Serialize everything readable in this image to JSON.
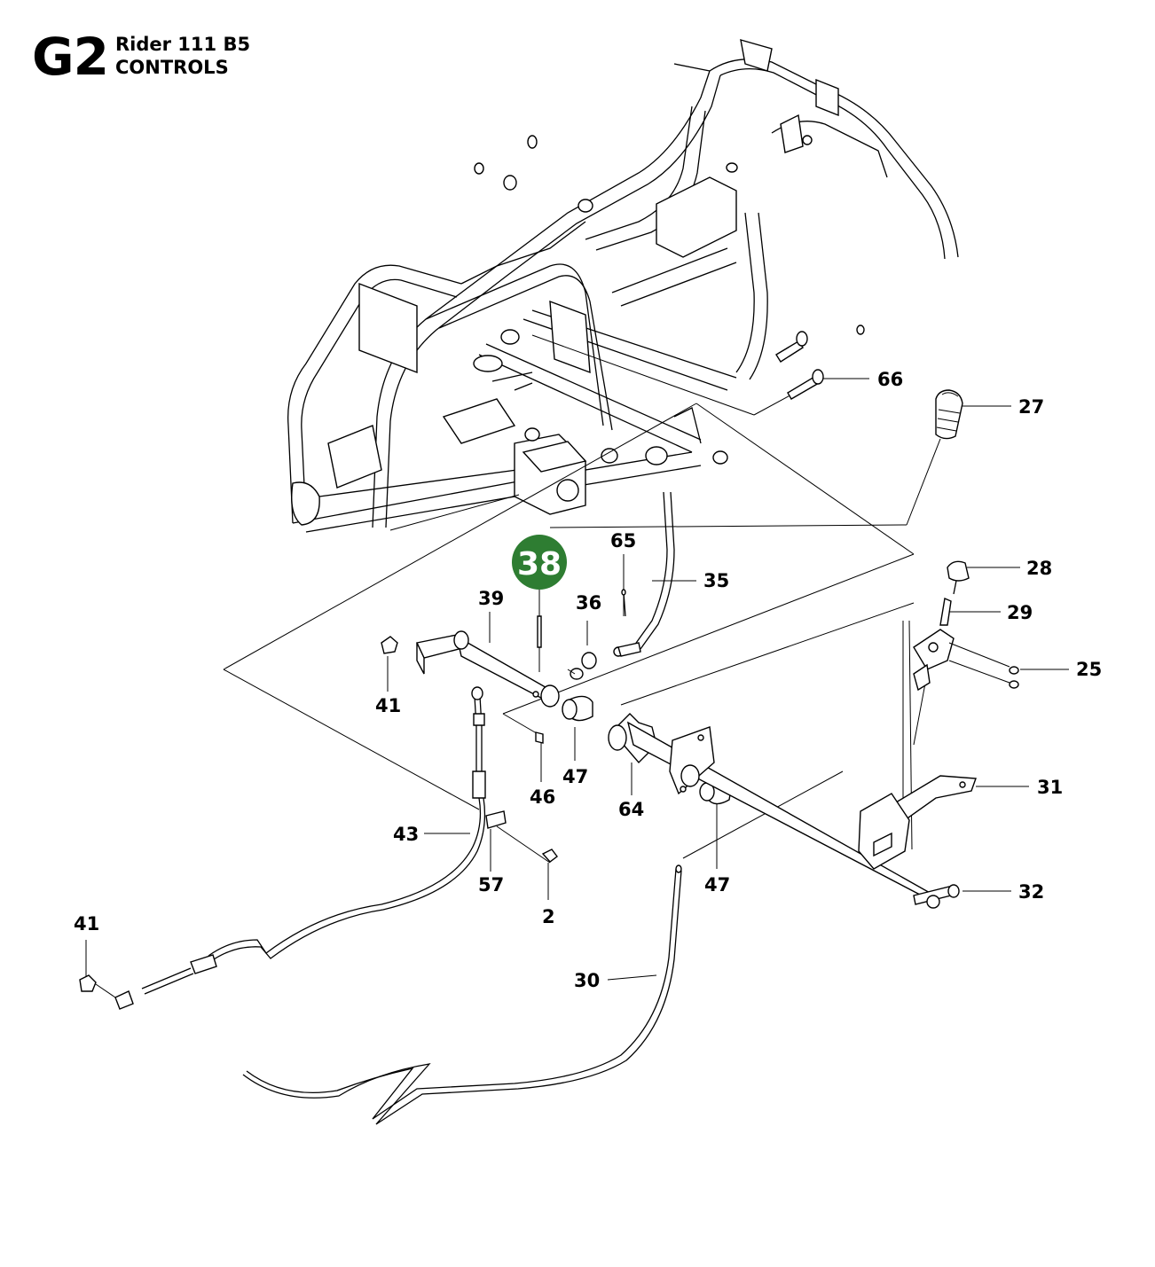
{
  "header": {
    "code": "G2",
    "model": "Rider 111 B5",
    "section": "CONTROLS"
  },
  "highlight": {
    "label": "38",
    "color": "#2e7d32"
  },
  "callouts": [
    {
      "id": "66",
      "label": "66"
    },
    {
      "id": "27",
      "label": "27"
    },
    {
      "id": "65",
      "label": "65"
    },
    {
      "id": "35",
      "label": "35"
    },
    {
      "id": "39",
      "label": "39"
    },
    {
      "id": "36",
      "label": "36"
    },
    {
      "id": "28",
      "label": "28"
    },
    {
      "id": "29",
      "label": "29"
    },
    {
      "id": "25",
      "label": "25"
    },
    {
      "id": "41a",
      "label": "41"
    },
    {
      "id": "47a",
      "label": "47"
    },
    {
      "id": "46",
      "label": "46"
    },
    {
      "id": "64",
      "label": "64"
    },
    {
      "id": "31",
      "label": "31"
    },
    {
      "id": "43",
      "label": "43"
    },
    {
      "id": "57",
      "label": "57"
    },
    {
      "id": "2",
      "label": "2"
    },
    {
      "id": "47b",
      "label": "47"
    },
    {
      "id": "32",
      "label": "32"
    },
    {
      "id": "41b",
      "label": "41"
    },
    {
      "id": "30",
      "label": "30"
    }
  ]
}
